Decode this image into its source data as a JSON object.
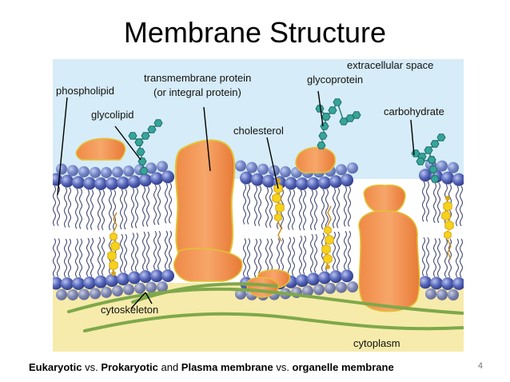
{
  "slide": {
    "title": "Membrane Structure",
    "page_number": "4"
  },
  "diagram": {
    "labels": {
      "phospholipid": "phospholipid",
      "glycolipid": "glycolipid",
      "transmembrane_protein": "transmembrane protein",
      "integral_protein": "(or integral protein)",
      "glycoprotein": "glycoprotein",
      "extracellular_space": "extracellular space",
      "cholesterol": "cholesterol",
      "carbohydrate": "carbohydrate",
      "cytoskeleton": "cytoskeleton",
      "cytoplasm": "cytoplasm"
    },
    "colors": {
      "extracellular": "#d6ecf8",
      "cytoplasm": "#f6ebab",
      "head": "#5565b8",
      "protein": "#f39150",
      "cholesterol": "#f5d21c",
      "sugar": "#36a49a",
      "cytoskeleton": "#7ea84a"
    }
  },
  "footer": {
    "part1": "Eukaryotic",
    "part2": " vs. ",
    "part3": "Prokaryotic",
    "part4": " and ",
    "part5": "Plasma membrane",
    "part6": " vs. ",
    "part7": "organelle membrane"
  }
}
